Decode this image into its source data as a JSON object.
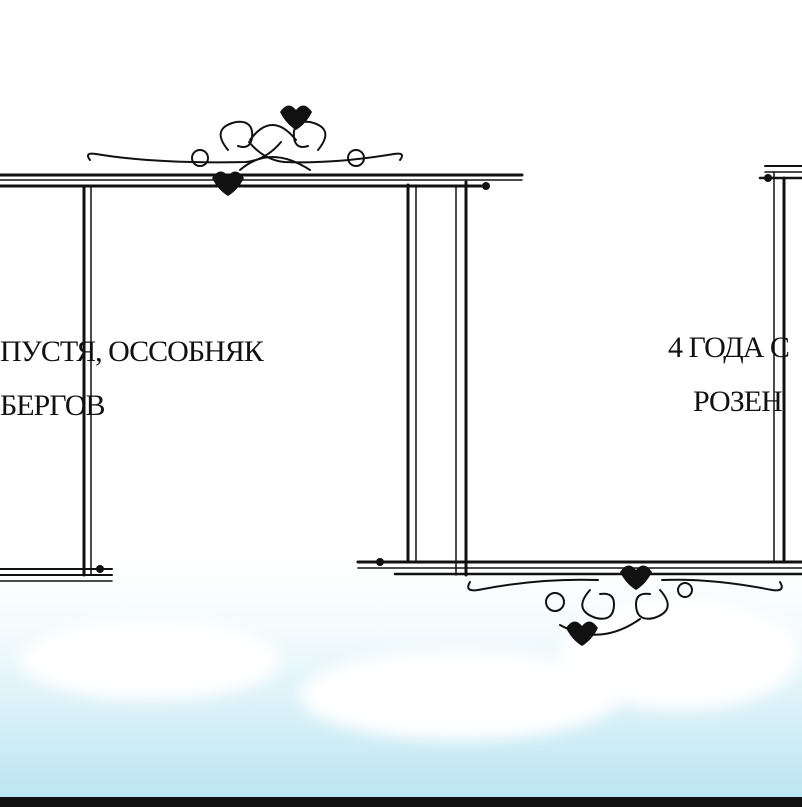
{
  "panel_left": {
    "line_1": "ПУСТЯ, ОССОБНЯК",
    "line_2": "БЕРГОВ"
  },
  "panel_right": {
    "line_1": "4 ГОДА С",
    "line_2": "РОЗЕН"
  },
  "colors": {
    "ink": "#111111",
    "sky_top": "#ffffff",
    "sky_bottom": "#b8e3f2"
  }
}
